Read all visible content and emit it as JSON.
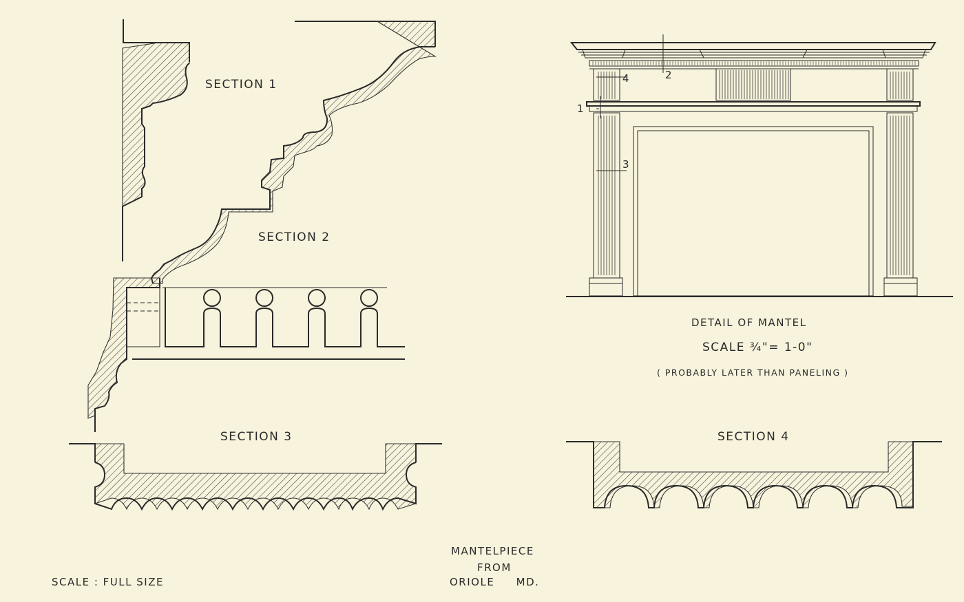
{
  "sheet": {
    "section_labels": [
      "SECTION 1",
      "SECTION 2",
      "SECTION 3",
      "SECTION 4"
    ],
    "elevation_title": "DETAIL OF MANTEL",
    "elevation_scale": "SCALE  ¾\"= 1-0\"",
    "elevation_note": "( PROBABLY LATER THAN PANELING )",
    "section_markers": [
      "1",
      "2",
      "3",
      "4"
    ],
    "title_lines": [
      "MANTELPIECE",
      "FROM",
      "ORIOLE     MD."
    ],
    "sections_scale": "SCALE : FULL SIZE"
  },
  "colors": {
    "paper": "#f7f3dc",
    "ink": "#2a2a2a"
  }
}
